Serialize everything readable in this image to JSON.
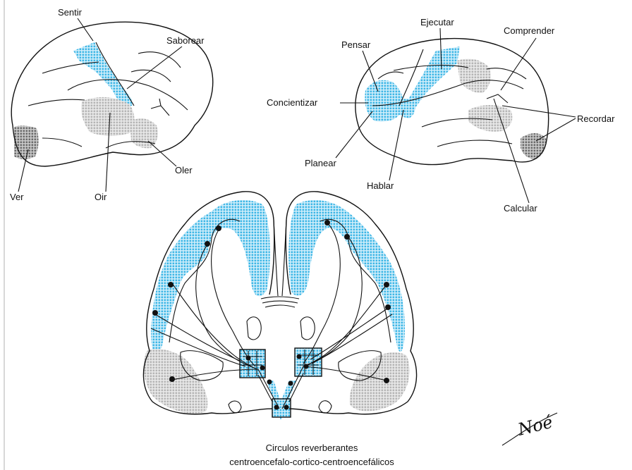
{
  "labels": {
    "sentir": "Sentir",
    "saborear": "Saborear",
    "oler": "Oler",
    "oir": "Oir",
    "ver": "Ver",
    "ejecutar": "Ejecutar",
    "pensar": "Pensar",
    "comprender": "Comprender",
    "concientizar": "Concientizar",
    "recordar": "Recordar",
    "planear": "Planear",
    "hablar": "Hablar",
    "calcular": "Calcular"
  },
  "caption": {
    "line1": "Circulos reverberantes",
    "line2": "centroencefalo-cortico-centroencefálicos"
  },
  "signature": "Noé",
  "colors": {
    "blue_region": "#3db6e6",
    "gray_region": "#b9b9b9",
    "dark_region": "#6f6f6f",
    "line": "#111111"
  }
}
